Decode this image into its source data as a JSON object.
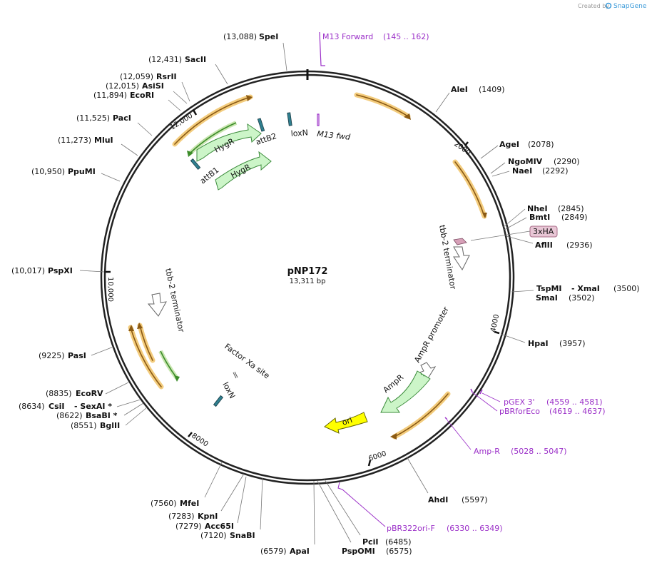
{
  "credit": {
    "prefix": "Created by",
    "brand": "SnapGene"
  },
  "plasmid": {
    "name": "pNP172",
    "length": "13,311 bp"
  },
  "ring_ticks": [
    "2000",
    "4000",
    "6000",
    "8000",
    "10,000",
    "12,000"
  ],
  "sites": [
    {
      "name": "SpeI",
      "pos": "(13,088)"
    },
    {
      "name": "SacII",
      "pos": "(12,431)"
    },
    {
      "name": "RsrII",
      "pos": "(12,059)"
    },
    {
      "name": "AsiSI",
      "pos": "(12,015)"
    },
    {
      "name": "EcoRI",
      "pos": "(11,894)"
    },
    {
      "name": "PacI",
      "pos": "(11,525)"
    },
    {
      "name": "MluI",
      "pos": "(11,273)"
    },
    {
      "name": "PpuMI",
      "pos": "(10,950)"
    },
    {
      "name": "PspXI",
      "pos": "(10,017)"
    },
    {
      "name": "PasI",
      "pos": "(9225)"
    },
    {
      "name": "EcoRV",
      "pos": "(8835)"
    },
    {
      "name": "CsiI",
      "name2": "- SexAI *",
      "pos": "(8634)"
    },
    {
      "name": "BsaBI *",
      "pos": "(8622)"
    },
    {
      "name": "BglII",
      "pos": "(8551)"
    },
    {
      "name": "MfeI",
      "pos": "(7560)"
    },
    {
      "name": "KpnI",
      "pos": "(7283)"
    },
    {
      "name": "Acc65I",
      "pos": "(7279)"
    },
    {
      "name": "SnaBI",
      "pos": "(7120)"
    },
    {
      "name": "ApaI",
      "pos": "(6579)"
    },
    {
      "name": "PspOMI",
      "pos": "(6575)"
    },
    {
      "name": "PciI",
      "pos": "(6485)"
    },
    {
      "name": "AhdI",
      "pos": "(5597)"
    },
    {
      "name": "HpaI",
      "pos": "(3957)"
    },
    {
      "name": "TspMI",
      "name2": "- XmaI",
      "pos": "(3500)"
    },
    {
      "name": "SmaI",
      "pos": "(3502)"
    },
    {
      "name": "AflII",
      "pos": "(2936)"
    },
    {
      "name": "BmtI",
      "pos": "(2849)"
    },
    {
      "name": "NheI",
      "pos": "(2845)"
    },
    {
      "name": "NaeI",
      "pos": "(2292)"
    },
    {
      "name": "NgoMIV",
      "pos": "(2290)"
    },
    {
      "name": "AgeI",
      "pos": "(2078)"
    },
    {
      "name": "AleI",
      "pos": "(1409)"
    }
  ],
  "primers": [
    {
      "name": "M13 Forward",
      "range": "(145 .. 162)"
    },
    {
      "name": "pGEX 3'",
      "range": "(4559 .. 4581)"
    },
    {
      "name": "pBRforEco",
      "range": "(4619 .. 4637)"
    },
    {
      "name": "Amp-R",
      "range": "(5028 .. 5047)"
    },
    {
      "name": "pBR322ori-F",
      "range": "(6330 .. 6349)"
    }
  ],
  "features": {
    "hygr_1": "HygR",
    "hygr_2": "HygR",
    "attb1": "attB1",
    "attb2": "attB2",
    "loxn_top": "loxN",
    "m13_fwd": "M13 fwd",
    "tag_3xha": "3xHA",
    "tbb2_right": "tbb-2 terminator",
    "tbb2_left": "tbb-2 terminator",
    "ampr_promoter": "AmpR promoter",
    "ampr": "AmpR",
    "ori": "ori",
    "factor_xa": "Factor Xa site",
    "loxn_bottom": "loxN"
  },
  "colors": {
    "backbone": "#222222",
    "orange_feature": "#f0b550",
    "orange_core": "#9c6a1a",
    "green_feature": "#5aa82e",
    "marker_light_green": "#ccf5c8",
    "marker_green_stroke": "#3c8c3c",
    "ori_yellow": "#ffff00",
    "tag_pink": "#d7a0b8",
    "attb_teal": "#2f7f8f",
    "primer_purple": "#9b30c8",
    "leader": "#777777"
  }
}
